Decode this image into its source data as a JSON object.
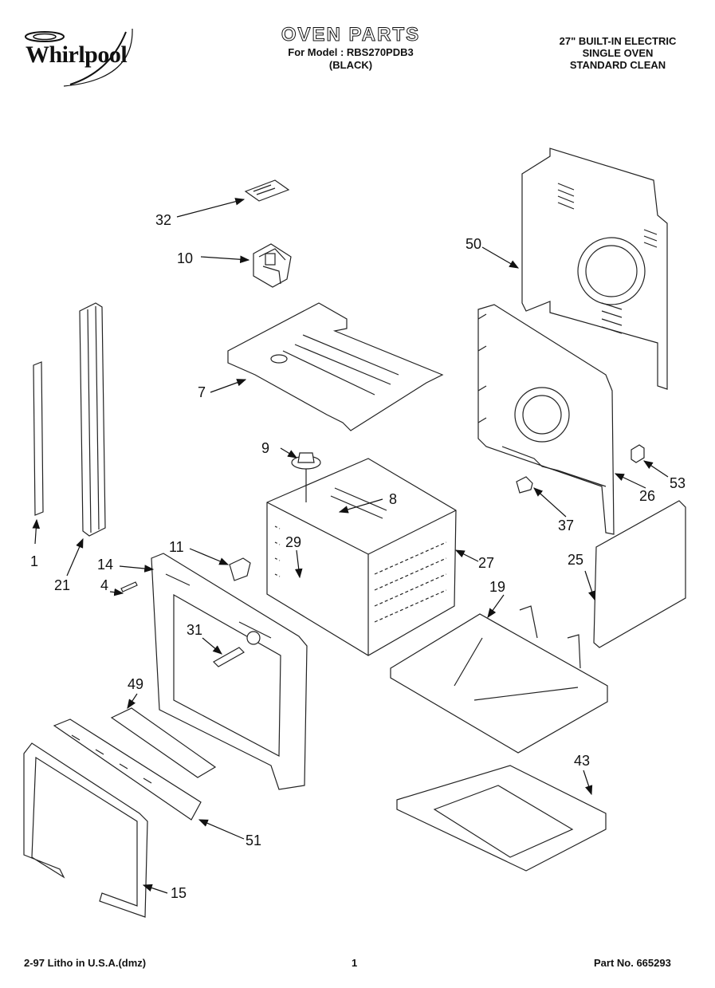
{
  "brand": {
    "name": "Whirlpool"
  },
  "header": {
    "title": "OVEN PARTS",
    "model_line": "For Model : RBS270PDB3",
    "color_line": "(BLACK)",
    "desc_line1": "27\" BUILT-IN ELECTRIC",
    "desc_line2": "SINGLE OVEN",
    "desc_line3": "STANDARD CLEAN"
  },
  "callouts": {
    "c32": "32",
    "c10": "10",
    "c50": "50",
    "c7": "7",
    "c9": "9",
    "c8": "8",
    "c1": "1",
    "c21": "21",
    "c11": "11",
    "c14": "14",
    "c4": "4",
    "c29": "29",
    "c27": "27",
    "c26": "26",
    "c53": "53",
    "c37": "37",
    "c25": "25",
    "c19": "19",
    "c31": "31",
    "c49": "49",
    "c43": "43",
    "c51": "51",
    "c15": "15"
  },
  "footer": {
    "left": "2-97 Litho in U.S.A.(dmz)",
    "page": "1",
    "part_no": "Part No. 665293"
  }
}
